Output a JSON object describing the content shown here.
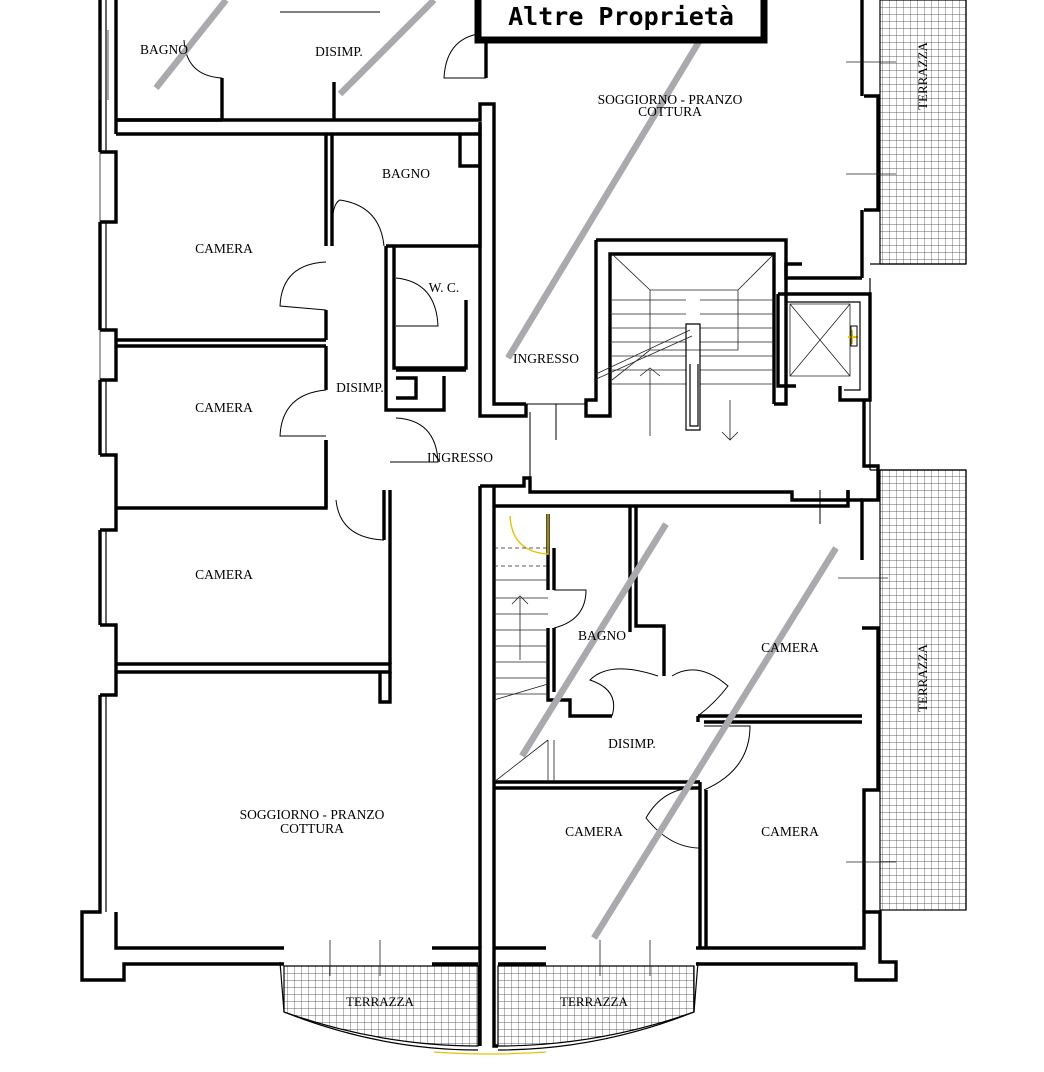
{
  "stamp": {
    "text": "Altre Proprietà"
  },
  "rooms": {
    "bagno_top_left": "BAGNO",
    "disimp_top": "DISIMP.",
    "soggiorno_top_line1": "SOGGIORNO - PRANZO",
    "soggiorno_top_line2": "COTTURA",
    "bagno_left": "BAGNO",
    "camera_left_1": "CAMERA",
    "wc": "W. C.",
    "ingresso_top": "INGRESSO",
    "disimp_left": "DISIMP.",
    "camera_left_2": "CAMERA",
    "ingresso_center": "INGRESSO",
    "camera_left_3": "CAMERA",
    "bagno_right": "BAGNO",
    "camera_right_1": "CAMERA",
    "disimp_right": "DISIMP.",
    "soggiorno_bottom_line1": "SOGGIORNO - PRANZO",
    "soggiorno_bottom_line2": "COTTURA",
    "camera_bottom_1": "CAMERA",
    "camera_bottom_2": "CAMERA"
  },
  "terraces": {
    "right_top": "TERRAZZA",
    "right_bottom": "TERRAZZA",
    "bottom_left": "TERRAZZA",
    "bottom_right": "TERRAZZA"
  },
  "colors": {
    "wall": "#000000",
    "overlay": "#a9a9ae",
    "door_highlight": "#e6c200"
  }
}
